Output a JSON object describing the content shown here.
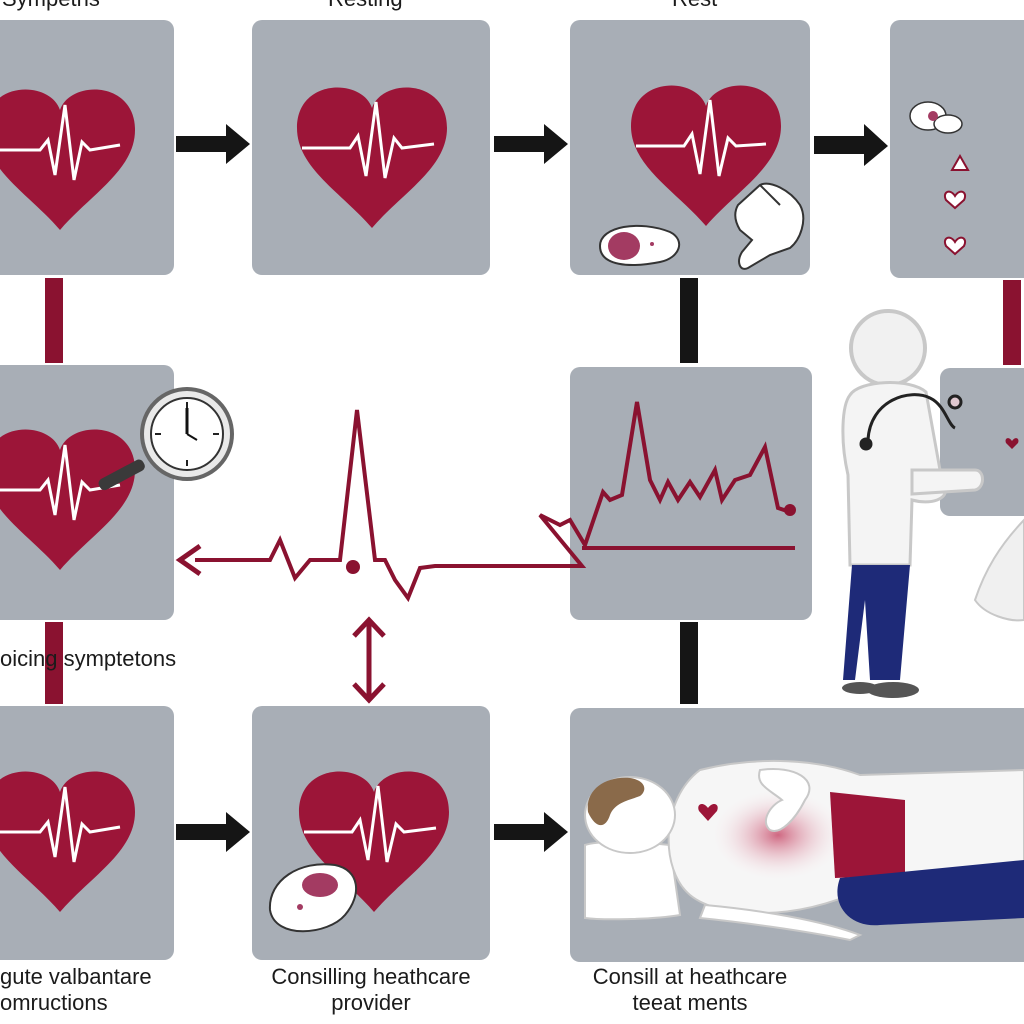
{
  "colors": {
    "panel": "#a8aeb6",
    "heart": "#9c1538",
    "connector_red": "#8a1230",
    "arrow": "#151515",
    "scrubs": "#1e2a78"
  },
  "labels": {
    "top_left": "Sympetns",
    "top_center": "Restlng",
    "top_right": "Rest",
    "middle_left": "oicing symptetons",
    "bottom_left_line1": "gute valbantare",
    "bottom_left_line2": "omructions",
    "bottom_center_line1": "Consilling heathcare",
    "bottom_center_line2": "provider",
    "bottom_right_line1": "Consill at heathcare",
    "bottom_right_line2": "teeat ments"
  },
  "icons": [
    "heart-ecg-icon",
    "stopwatch-icon",
    "magnifier-icon",
    "pill-icon",
    "hand-icon",
    "warning-icon",
    "small-heart-icon",
    "doctor-icon",
    "stethoscope-icon",
    "patient-icon"
  ]
}
